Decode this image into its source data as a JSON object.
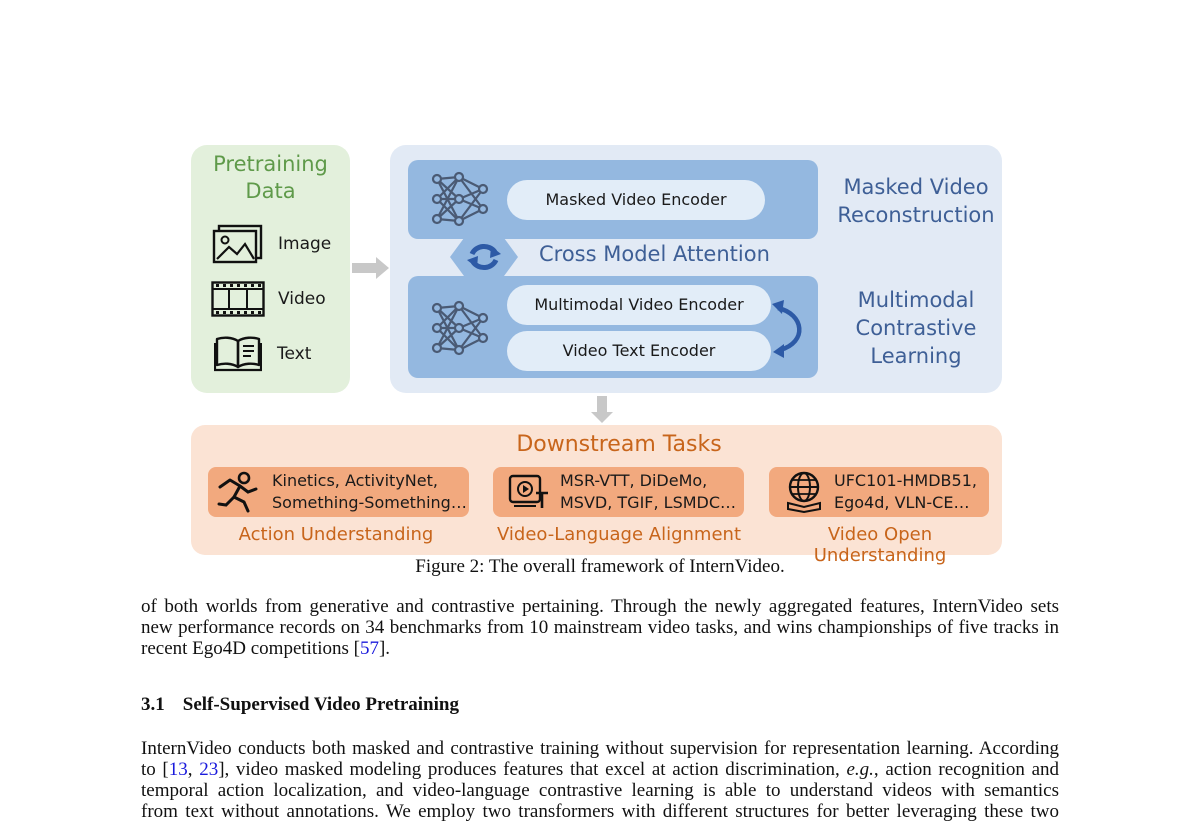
{
  "figure": {
    "pretraining": {
      "title_line1": "Pretraining",
      "title_line2": "Data",
      "items": [
        {
          "label": "Image",
          "icon": "image-icon"
        },
        {
          "label": "Video",
          "icon": "film-icon"
        },
        {
          "label": "Text",
          "icon": "book-icon"
        }
      ]
    },
    "model": {
      "masked_encoder": "Masked Video Encoder",
      "cross_attention": "Cross Model Attention",
      "multimodal_encoder": "Multimodal Video Encoder",
      "text_encoder": "Video Text Encoder",
      "masked_recon_line1": "Masked Video",
      "masked_recon_line2": "Reconstruction",
      "contrastive_line1": "Multimodal",
      "contrastive_line2": "Contrastive",
      "contrastive_line3": "Learning"
    },
    "downstream": {
      "title": "Downstream Tasks",
      "tasks": [
        {
          "line1": "Kinetics, ActivityNet,",
          "line2": "Something-Something…",
          "label": "Action Understanding",
          "icon": "running-person-icon"
        },
        {
          "line1": "MSR-VTT, DiDeMo,",
          "line2": "MSVD, TGIF, LSMDC…",
          "label": "Video-Language Alignment",
          "icon": "video-text-icon"
        },
        {
          "line1": "UFC101-HMDB51,",
          "line2": "Ego4d, VLN-CE…",
          "label": "Video Open Understanding",
          "icon": "globe-book-icon"
        }
      ]
    },
    "caption": "Figure 2: The overall framework of InternVideo."
  },
  "para1": {
    "line1": "of both worlds from generative and contrastive pertaining. Through the newly aggregated features, InternVideo sets",
    "line2": "new performance records on 34 benchmarks from 10 mainstream video tasks, and wins championships of five tracks in",
    "line3_pre": "recent Ego4D competitions [",
    "line3_cite": "57",
    "line3_post": "]."
  },
  "section": {
    "number": "3.1",
    "title": "Self-Supervised Video Pretraining"
  },
  "para2": {
    "line1": "InternVideo conducts both masked and contrastive training without supervision for representation learning. According",
    "line2_pre": "to [",
    "cite_a": "13",
    "sep": ", ",
    "cite_b": "23",
    "line2_mid": "], video masked modeling produces features that excel at action discrimination, ",
    "line2_eg": "e.g.",
    "line2_post": ", action recognition and",
    "line3": "temporal action localization, and video-language contrastive learning is able to understand videos with semantics",
    "line4": "from text without annotations. We employ two transformers with different structures for better leveraging these two"
  }
}
